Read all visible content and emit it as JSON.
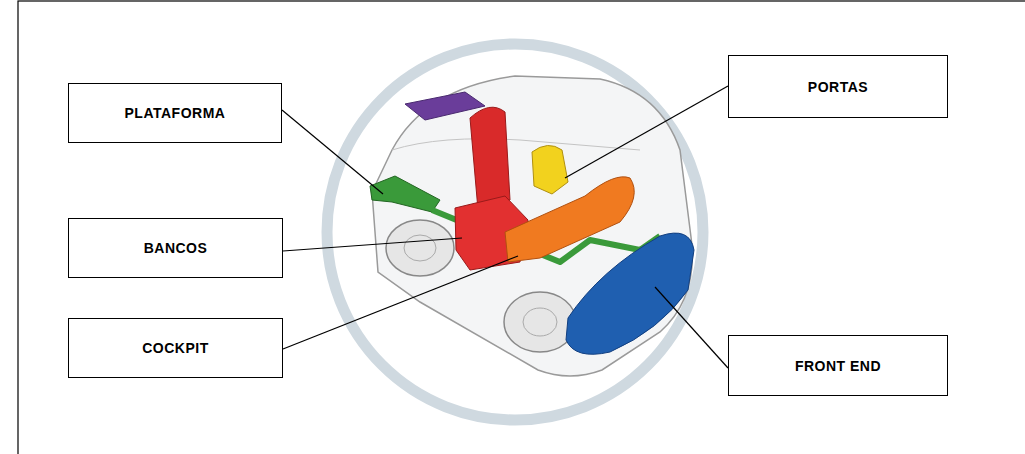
{
  "diagram": {
    "nodes": [
      {
        "text": [
          "PLATAFORMA"
        ]
      },
      {
        "text": [
          "PORTAS"
        ]
      },
      {
        "text": [
          "BANCOS"
        ]
      },
      {
        "text": [
          "COCKPIT"
        ]
      },
      {
        "text": [
          "FRONT END"
        ]
      }
    ]
  }
}
